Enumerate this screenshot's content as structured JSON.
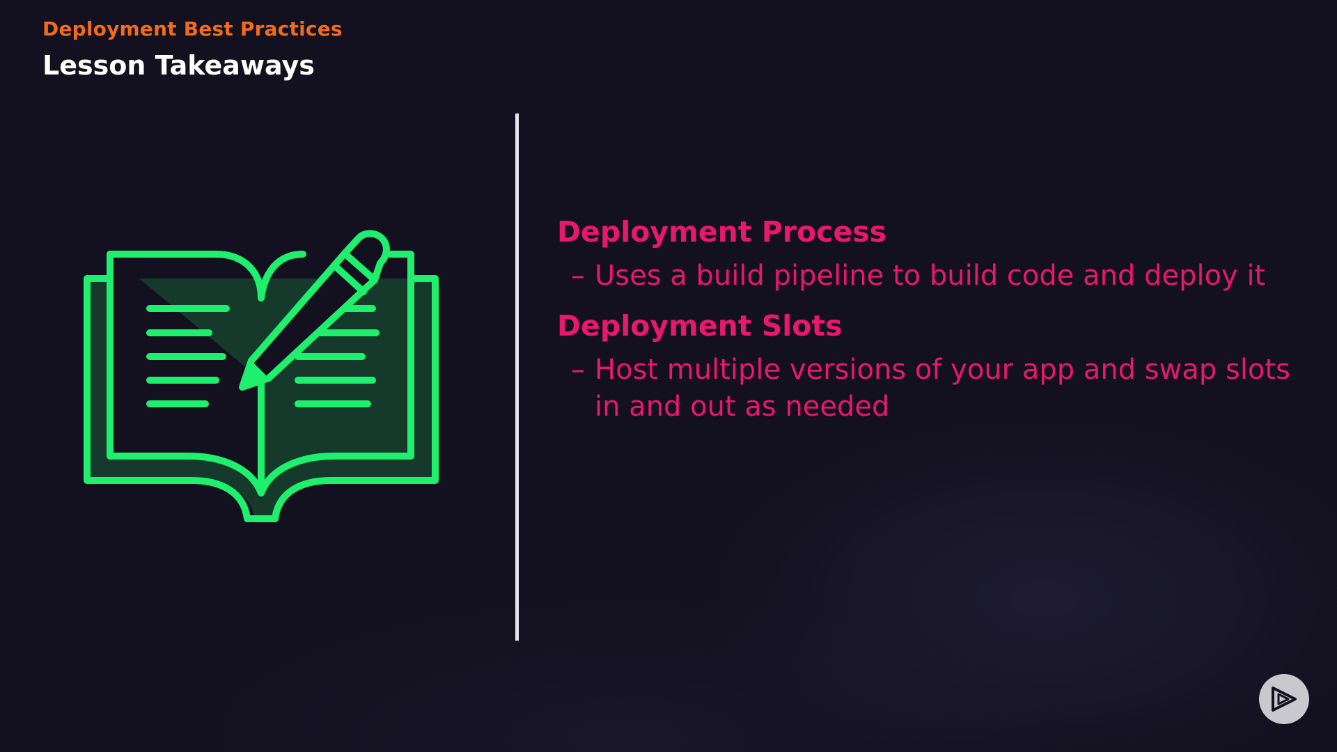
{
  "header": {
    "kicker": "Deployment Best Practices",
    "title": "Lesson Takeaways"
  },
  "illustration": {
    "icon": "open-book-with-pencil-icon",
    "stroke_color": "#1ef06e",
    "fill_color": "#153a2b"
  },
  "takeaways": [
    {
      "heading": "Deployment Process",
      "bullet": "Uses a build pipeline to build code and deploy it"
    },
    {
      "heading": "Deployment Slots",
      "bullet": "Host multiple versions of your app and swap slots in and out as needed"
    }
  ],
  "bullet_marker": "–",
  "colors": {
    "background": "#13111f",
    "kicker": "#f26b1d",
    "title": "#ffffff",
    "accent": "#e8186e",
    "divider": "#e6e6ea"
  },
  "logo": {
    "icon": "play-logo-icon"
  }
}
